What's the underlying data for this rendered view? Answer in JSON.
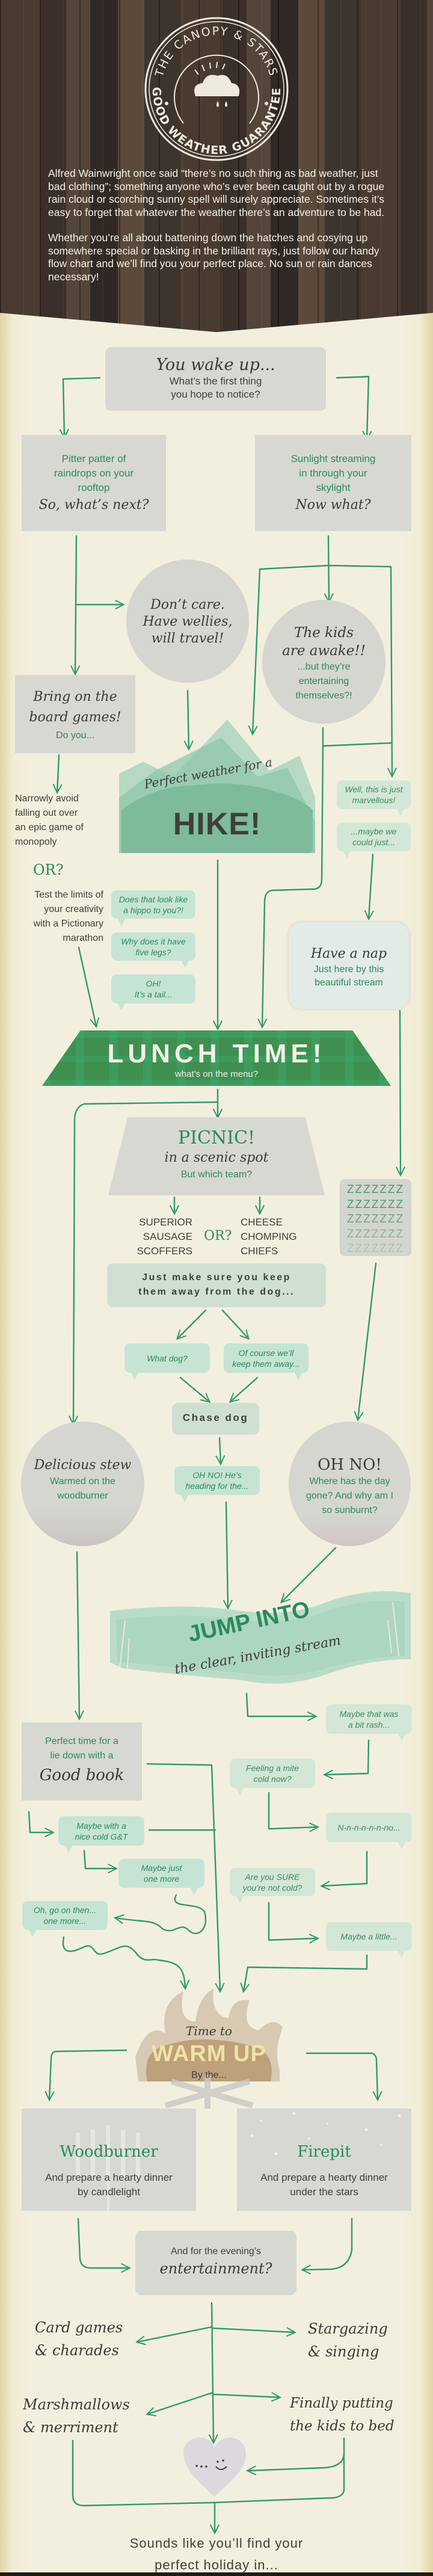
{
  "colors": {
    "wood": "#3b2f26",
    "paper": "#f3efde",
    "arrow_green": "#2f9a6c",
    "text_green": "#2b8a5c",
    "box_grey": "#d7d8d2",
    "bubble_green": "#c6e4d4",
    "text_dark": "#3f3f3a"
  },
  "logo": {
    "top_text": "THE CANOPY & STARS",
    "bottom_text": "GOOD WEATHER GUARANTEE",
    "icon": "sun-cloud-rain-icon"
  },
  "intro": {
    "paragraphs": [
      "Alfred Wainwright once said “there’s no such thing as bad weather, just bad clothing”; something anyone who’s ever been caught out by a rogue rain cloud or scorching sunny spell will surely appreciate. Sometimes it’s easy to forget that whatever the weather there’s an adventure to be had.",
      "Whether you’re all about battening down the hatches and cosying up somewhere special or basking in the brilliant rays, just follow our handy flow chart and we’ll find you your perfect place. No sun or rain dances necessary!"
    ]
  },
  "start": {
    "title": "You wake up...",
    "question": "What’s the first thing\nyou hope to notice?"
  },
  "rain": {
    "text": "Pitter patter of\nraindrops on your\nrooftop",
    "prompt": "So, what’s next?"
  },
  "sun": {
    "text": "Sunlight streaming\nin through your\nskylight",
    "prompt": "Now what?"
  },
  "wellies": {
    "text": "Don’t care.\nHave wellies,\nwill travel!"
  },
  "kids": {
    "title": "The kids\nare awake!!",
    "subtitle": "...but they’re\nentertaining\nthemselves?!"
  },
  "board_games": {
    "title": "Bring on the\nboard games!",
    "prompt": "Do you..."
  },
  "monopoly": "Narrowly avoid\nfalling out over\nan epic game of\nmonopoly",
  "or_label": "OR?",
  "pictionary": "Test the limits of\nyour creativity\nwith a Pictionary\nmarathon",
  "pictionary_bubbles": [
    "Does that look like\na hippo to you?!",
    "Why does it have\nfive legs?",
    "OH!\nIt’s a tail..."
  ],
  "hike": {
    "lead": "Perfect weather for a",
    "title": "HIKE!"
  },
  "marvellous_bubbles": [
    "Well, this is just\nmarvellous!",
    "...maybe we\ncould just..."
  ],
  "nap": {
    "title": "Have a nap",
    "subtitle": "Just here by this\nbeautiful stream"
  },
  "lunch": {
    "title": "LUNCH TIME!",
    "subtitle": "what’s on the menu?"
  },
  "picnic": {
    "title": "PICNIC!",
    "subtitle": "in a scenic spot",
    "question": "But which team?"
  },
  "snore": [
    "ZZZZZZZ",
    "ZZZZZZZ",
    "ZZZZZZZ",
    "ZZZZZZZ",
    "ZZZZZZZ"
  ],
  "teams": {
    "left": "SUPERIOR\nSAUSAGE\nSCOFFERS",
    "or": "OR?",
    "right": "CHEESE\nCHOMPING\nCHIEFS"
  },
  "dog_warning": "Just make sure you keep\nthem away from the dog...",
  "dog_bubbles": [
    "What dog?",
    "Of course we’ll\nkeep them away..."
  ],
  "chase_dog": "Chase dog",
  "heading_bubble": "OH NO! He’s\nheading for the...",
  "stew": {
    "title": "Delicious stew",
    "subtitle": "Warmed on the\nwoodburner"
  },
  "sunburn": {
    "title": "OH NO!",
    "subtitle": "Where has the day\ngone? And why am I\nso sunburnt?"
  },
  "stream": {
    "title": "JUMP INTO",
    "subtitle": "the clear, inviting stream"
  },
  "book": {
    "text": "Perfect time for a\nlie down with a",
    "title": "Good book"
  },
  "cold_bubbles": [
    "Maybe that was\na bit rash...",
    "Feeling a mite\ncold now?",
    "N-n-n-n-n-n-no...",
    "Are you SURE\nyou’re not cold?",
    "Maybe a little..."
  ],
  "gin_bubbles": [
    "Maybe with a\nnice cold G&T",
    "Maybe just\none more",
    "Oh, go on then...\none more..."
  ],
  "warm_up": {
    "lead": "Time to",
    "title": "WARM UP",
    "subtitle": "By the..."
  },
  "woodburner": {
    "title": "Woodburner",
    "text": "And prepare a hearty dinner\nby candlelight"
  },
  "firepit": {
    "title": "Firepit",
    "text": "And prepare a hearty dinner\nunder the stars"
  },
  "entertainment": {
    "lead": "And for the evening’s",
    "title": "entertainment?"
  },
  "activities": [
    "Card games\n& charades",
    "Stargazing\n& singing",
    "Marshmallows\n& merriment",
    "Finally putting\nthe kids to bed"
  ],
  "outro": "Sounds like you’ll find your\nperfect holiday in..."
}
